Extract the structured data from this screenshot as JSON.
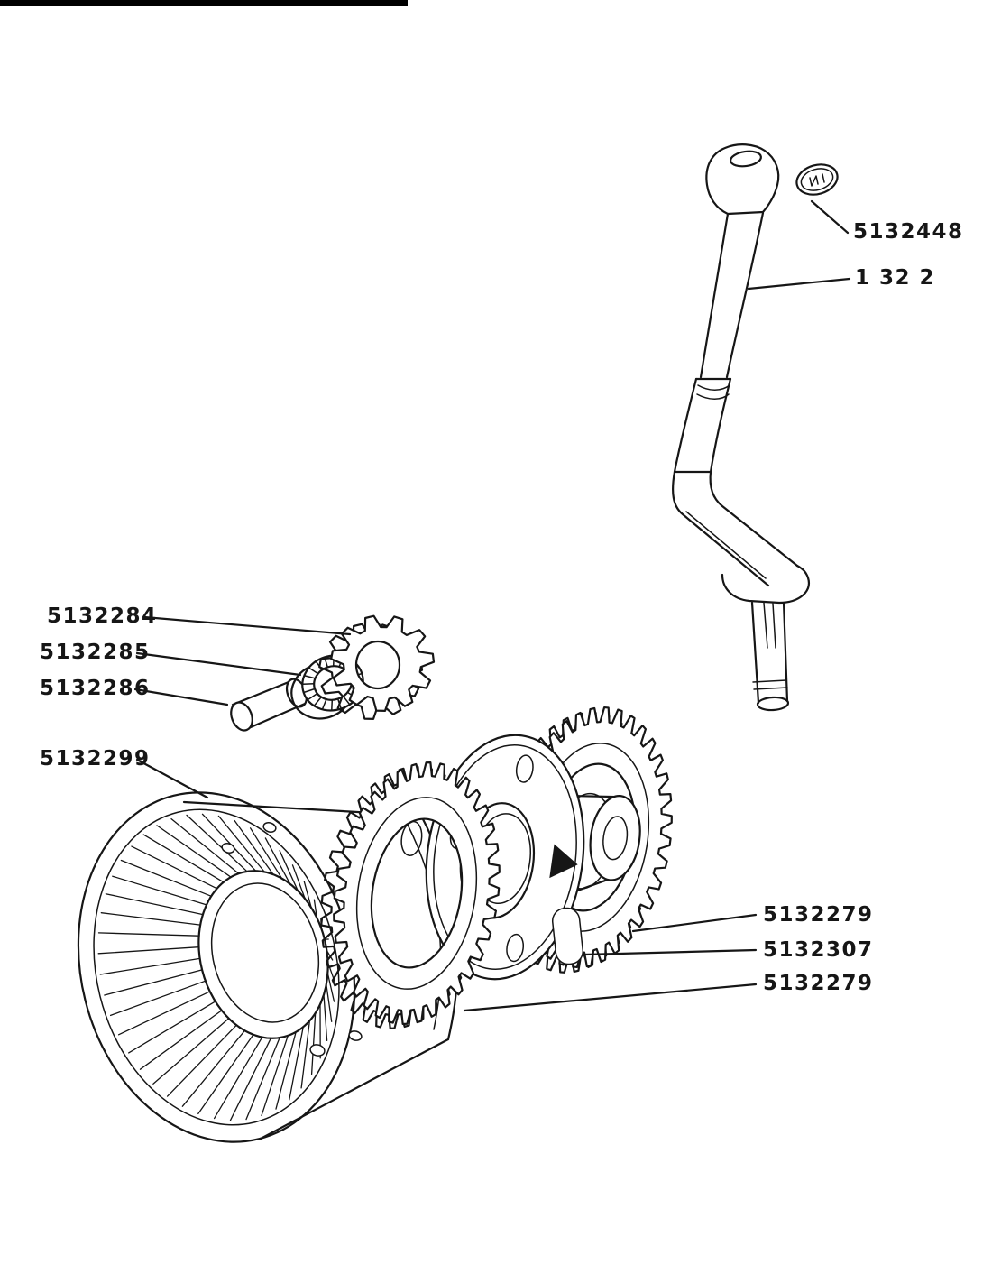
{
  "page": {
    "background_color": "#ffffff",
    "ink_color": "#161616"
  },
  "diagram": {
    "kind": "exploded-parts-diagram",
    "part_labels": {
      "knob_cap": "5132448",
      "gear_lever": "1 32 2",
      "pinion_gear": "5132284",
      "needle_bearing": "5132285",
      "pivot_pin": "5132286",
      "drum_housing": "5132299",
      "ring_gear_rear": "5132279",
      "carrier": "5132307",
      "ring_gear_front": "5132279"
    }
  }
}
